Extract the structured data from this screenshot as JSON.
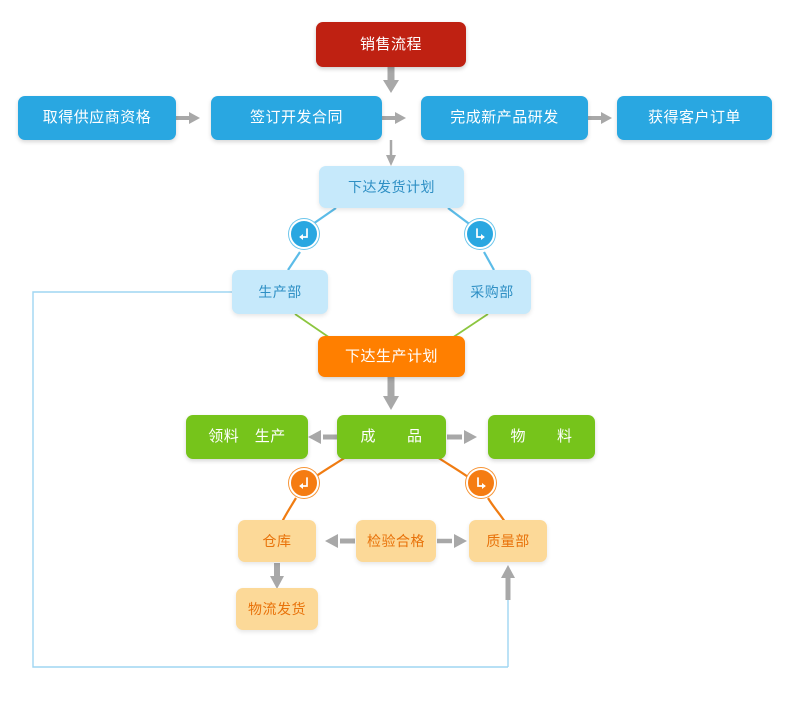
{
  "diagram": {
    "title": "销售流程",
    "colors": {
      "red": "#bf2112",
      "blue": "#29a7e1",
      "light_blue": "#c6e9fb",
      "orange": "#ff7f00",
      "light_orange": "#fcd998",
      "green": "#76c41b",
      "arrow_gray": "#a8a8a8",
      "link_blue": "#8ed0ef",
      "link_green": "#8cc63f",
      "link_orange": "#f07c12"
    },
    "nodes": {
      "sales_process": "销售流程",
      "supplier_qualification": "取得供应商资格",
      "development_contract": "签订开发合同",
      "new_product_rd": "完成新产品研发",
      "customer_order": "获得客户订单",
      "shipping_plan": "下达发货计划",
      "production_dept": "生产部",
      "purchasing_dept": "采购部",
      "production_plan": "下达生产计划",
      "material_picking": "领料　生产",
      "finished_goods": "成　　品",
      "materials": "物　　料",
      "warehouse": "仓库",
      "inspection_pass": "检验合格",
      "quality_dept": "质量部",
      "logistics_shipment": "物流发货"
    },
    "badges": {
      "shipping_to_production": "arrow-down-left-icon",
      "shipping_to_purchasing": "arrow-down-right-icon",
      "finished_to_warehouse": "arrow-down-left-icon",
      "finished_to_quality": "arrow-down-right-icon"
    }
  }
}
